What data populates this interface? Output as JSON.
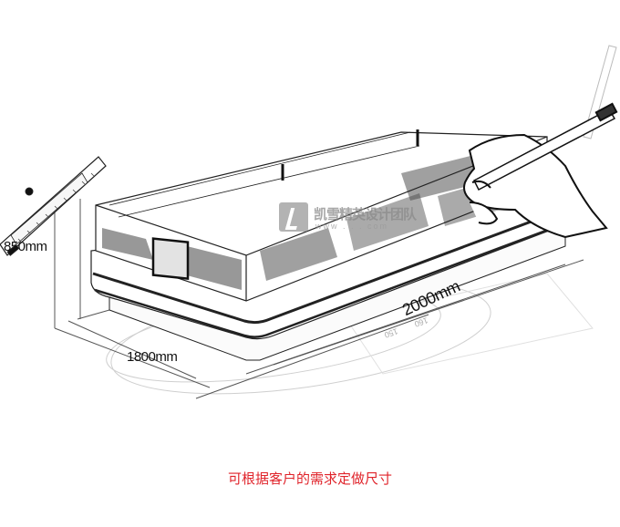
{
  "illustration": {
    "subject": "open-top refrigerated display case sketch with hand drawing",
    "dimensions": {
      "height": "850mm",
      "depth": "1800mm",
      "width": "2000mm"
    },
    "ruler_ticks": [
      "150",
      "160"
    ],
    "watermark": {
      "text": "凯雪精英设计团队",
      "url": "www . . . com"
    }
  },
  "caption": {
    "text": "可根据客户的需求定做尺寸",
    "color": "#e0242b"
  }
}
